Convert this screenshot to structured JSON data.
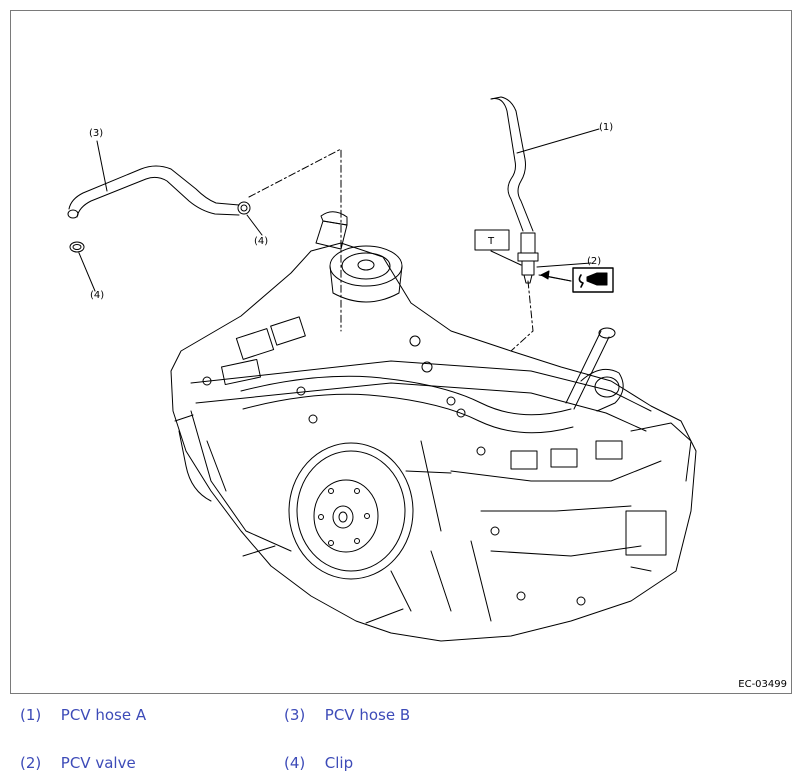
{
  "figure": {
    "code": "EC-03499",
    "callouts": {
      "c1": "(1)",
      "c2": "(2)",
      "c3": "(3)",
      "c4a": "(4)",
      "c4b": "(4)",
      "torque_symbol": "T"
    },
    "icons": [
      "torque-box-icon",
      "grease-apply-icon"
    ]
  },
  "legend": {
    "items": [
      {
        "num": "(1)",
        "label": "PCV hose A"
      },
      {
        "num": "(2)",
        "label": "PCV valve"
      },
      {
        "num": "(3)",
        "label": "PCV hose B"
      },
      {
        "num": "(4)",
        "label": "Clip"
      }
    ]
  },
  "colors": {
    "legend_text": "#3d4bb8",
    "frame_border": "#7a7a7a",
    "line": "#000000"
  }
}
